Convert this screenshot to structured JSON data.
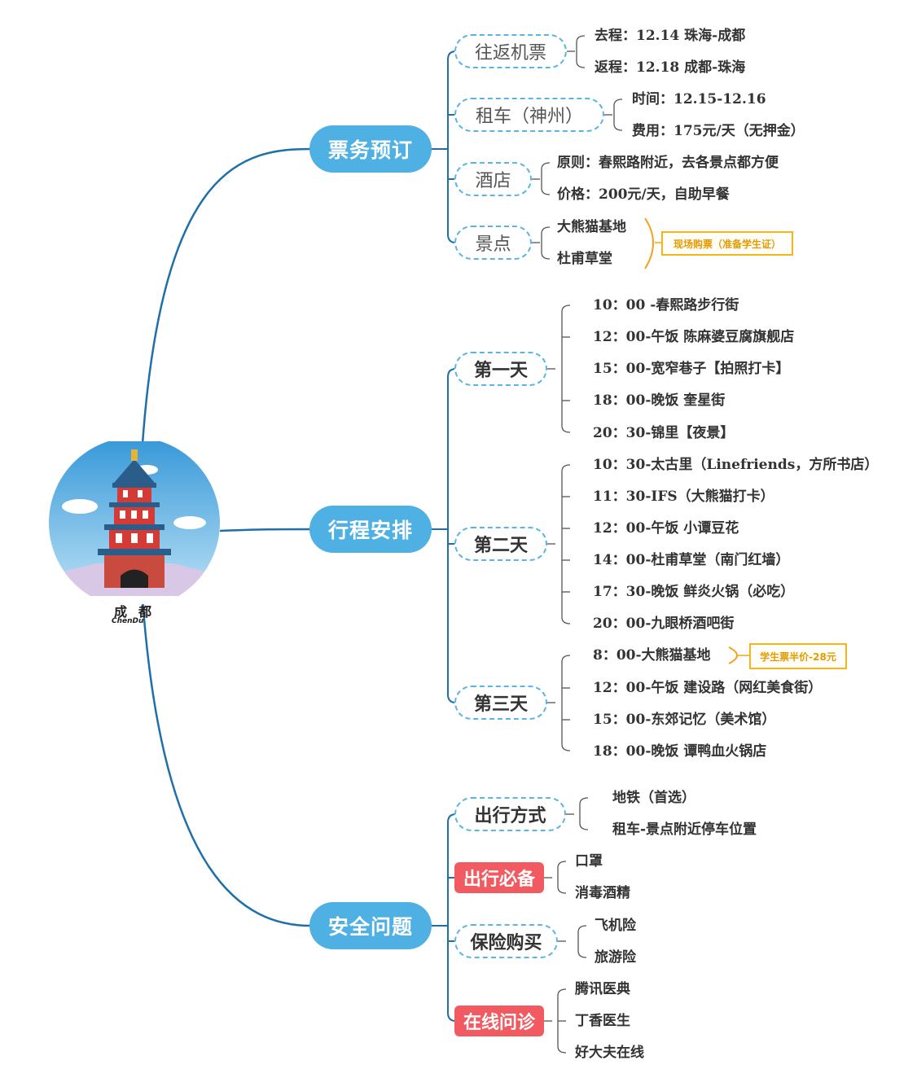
{
  "center": {
    "city": "成都",
    "city_en": "ChenDu"
  },
  "branches": {
    "tickets": {
      "label": "票务预订",
      "flights": {
        "label": "往返机票",
        "items": [
          "去程：12.14 珠海-成都",
          "返程：12.18 成都-珠海"
        ]
      },
      "car": {
        "label": "租车（神州）",
        "items": [
          "时间：12.15-12.16",
          "费用：175元/天（无押金）"
        ]
      },
      "hotel": {
        "label": "酒店",
        "items": [
          "原则：春熙路附近，去各景点都方便",
          "价格：200元/天，自助早餐"
        ]
      },
      "spots": {
        "label": "景点",
        "items": [
          "大熊猫基地",
          "杜甫草堂"
        ],
        "note": "现场购票（准备学生证）"
      }
    },
    "itinerary": {
      "label": "行程安排",
      "day1": {
        "label": "第一天",
        "items": [
          "10：00 -春熙路步行街",
          "12：00-午饭 陈麻婆豆腐旗舰店",
          "15：00-宽窄巷子【拍照打卡】",
          "18：00-晚饭 奎星街",
          "20：30-锦里【夜景】"
        ]
      },
      "day2": {
        "label": "第二天",
        "items": [
          "10：30-太古里（Linefriends，方所书店）",
          "11：30-IFS（大熊猫打卡）",
          "12：00-午饭 小谭豆花",
          "14：00-杜甫草堂（南门红墙）",
          "17：30-晚饭 鲜炎火锅（必吃）",
          "20：00-九眼桥酒吧街"
        ]
      },
      "day3": {
        "label": "第三天",
        "items": [
          "8：00-大熊猫基地",
          "12：00-午饭 建设路（网红美食街）",
          "15：00-东郊记忆（美术馆）",
          "18：00-晚饭 谭鸭血火锅店"
        ],
        "note": "学生票半价-28元"
      }
    },
    "safety": {
      "label": "安全问题",
      "transport": {
        "label": "出行方式",
        "items": [
          "地铁（首选）",
          "租车-景点附近停车位置"
        ]
      },
      "essentials": {
        "label": "出行必备",
        "items": [
          "口罩",
          "消毒酒精"
        ]
      },
      "insurance": {
        "label": "保险购买",
        "items": [
          "飞机险",
          "旅游险"
        ]
      },
      "online": {
        "label": "在线问诊",
        "items": [
          "腾讯医典",
          "丁香医生",
          "好大夫在线"
        ]
      }
    }
  },
  "colors": {
    "branch": "#4fb0e3",
    "connector": "#1f6fa8",
    "dashed": "#5bb5e3",
    "alert": "#f25a61",
    "note": "#f3b51a"
  }
}
